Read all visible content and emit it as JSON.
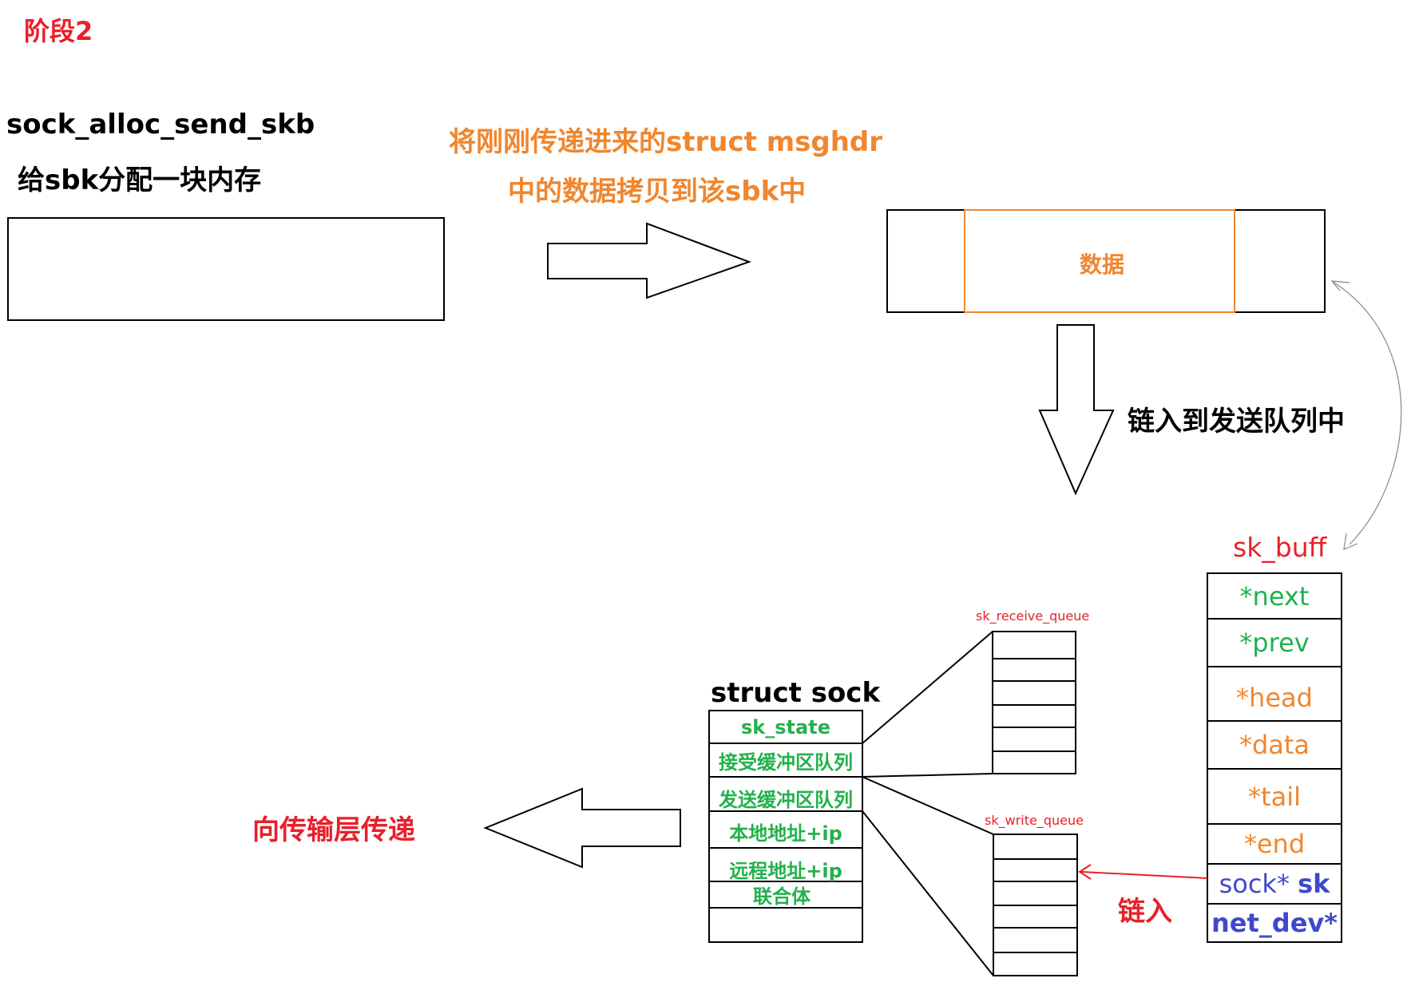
{
  "stage_title": "阶段2",
  "alloc": {
    "func": "sock_alloc_send_skb",
    "desc": "给sbk分配一块内存"
  },
  "copy_note": {
    "line1": "将刚刚传递进来的struct msghdr",
    "line2": "中的数据拷贝到该sbk中"
  },
  "data_label": "数据",
  "enqueue_label": "链入到发送队列中",
  "sk_buff": {
    "title": "sk_buff",
    "fields": [
      {
        "text": "*next"
      },
      {
        "text": "*prev"
      },
      {
        "text": "*head"
      },
      {
        "text": "*data"
      },
      {
        "text": "*tail"
      },
      {
        "text": "*end"
      },
      {
        "text_a": "sock* ",
        "text_b": "sk"
      },
      {
        "text": "net_dev*"
      }
    ]
  },
  "struct_sock": {
    "title": "struct sock",
    "fields": [
      "sk_state",
      "接受缓冲区队列",
      "发送缓冲区队列",
      "本地地址+ip",
      "远程地址+ip",
      "联合体",
      ""
    ]
  },
  "queues": {
    "receive": "sk_receive_queue",
    "write": "sk_write_queue"
  },
  "link_label": "链入",
  "transport_label": "向传输层传递",
  "colors": {
    "red": "#e8202a",
    "orange": "#f0862e",
    "green": "#22b14c",
    "blue": "#3f48cc",
    "black": "#000000"
  }
}
